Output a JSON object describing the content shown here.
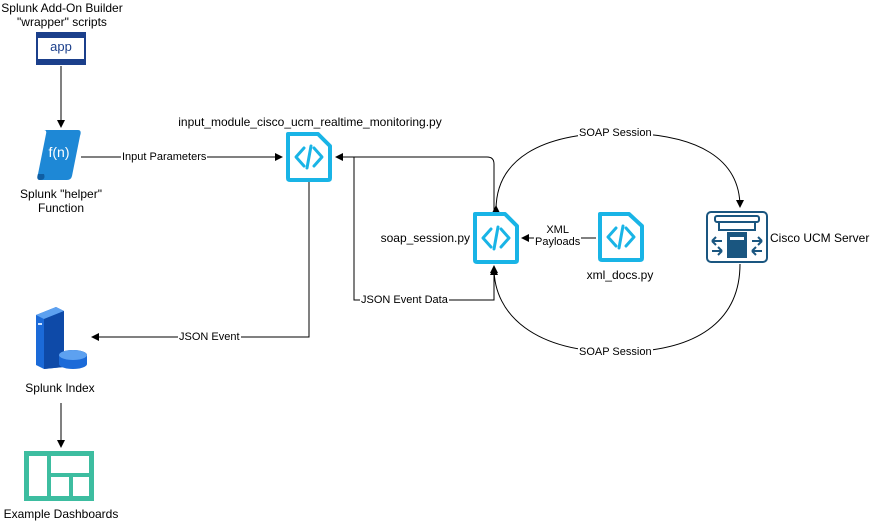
{
  "nodes": {
    "addon_builder": {
      "label_line1": "Splunk Add-On Builder",
      "label_line2": "\"wrapper\" scripts",
      "icon_text": "app"
    },
    "helper_function": {
      "label_line1": "Splunk \"helper\"",
      "label_line2": "Function",
      "icon_text": "f(n)"
    },
    "input_module": {
      "label": "input_module_cisco_ucm_realtime_monitoring.py",
      "icon_text": "</>"
    },
    "soap_session": {
      "label": "soap_session.py",
      "icon_text": "</>"
    },
    "xml_docs": {
      "label": "xml_docs.py",
      "icon_text": "</>"
    },
    "ucm_server": {
      "label": "Cisco UCM Server"
    },
    "splunk_index": {
      "label": "Splunk Index"
    },
    "dashboards": {
      "label": "Example Dashboards"
    }
  },
  "edges": {
    "input_parameters": "Input Parameters",
    "json_event": "JSON Event",
    "json_event_data": "JSON Event Data",
    "xml_payloads_line1": "XML",
    "xml_payloads_line2": "Payloads",
    "soap_session_top": "SOAP Session",
    "soap_session_bottom": "SOAP Session"
  },
  "colors": {
    "code_icon": "#19b4e6",
    "app_icon": "#1b3f8b",
    "helper_icon": "#1e88d6",
    "ucm_icon": "#1a5680",
    "index_icon": "#1b6ad8",
    "dashboard_icon": "#3dbda0"
  }
}
